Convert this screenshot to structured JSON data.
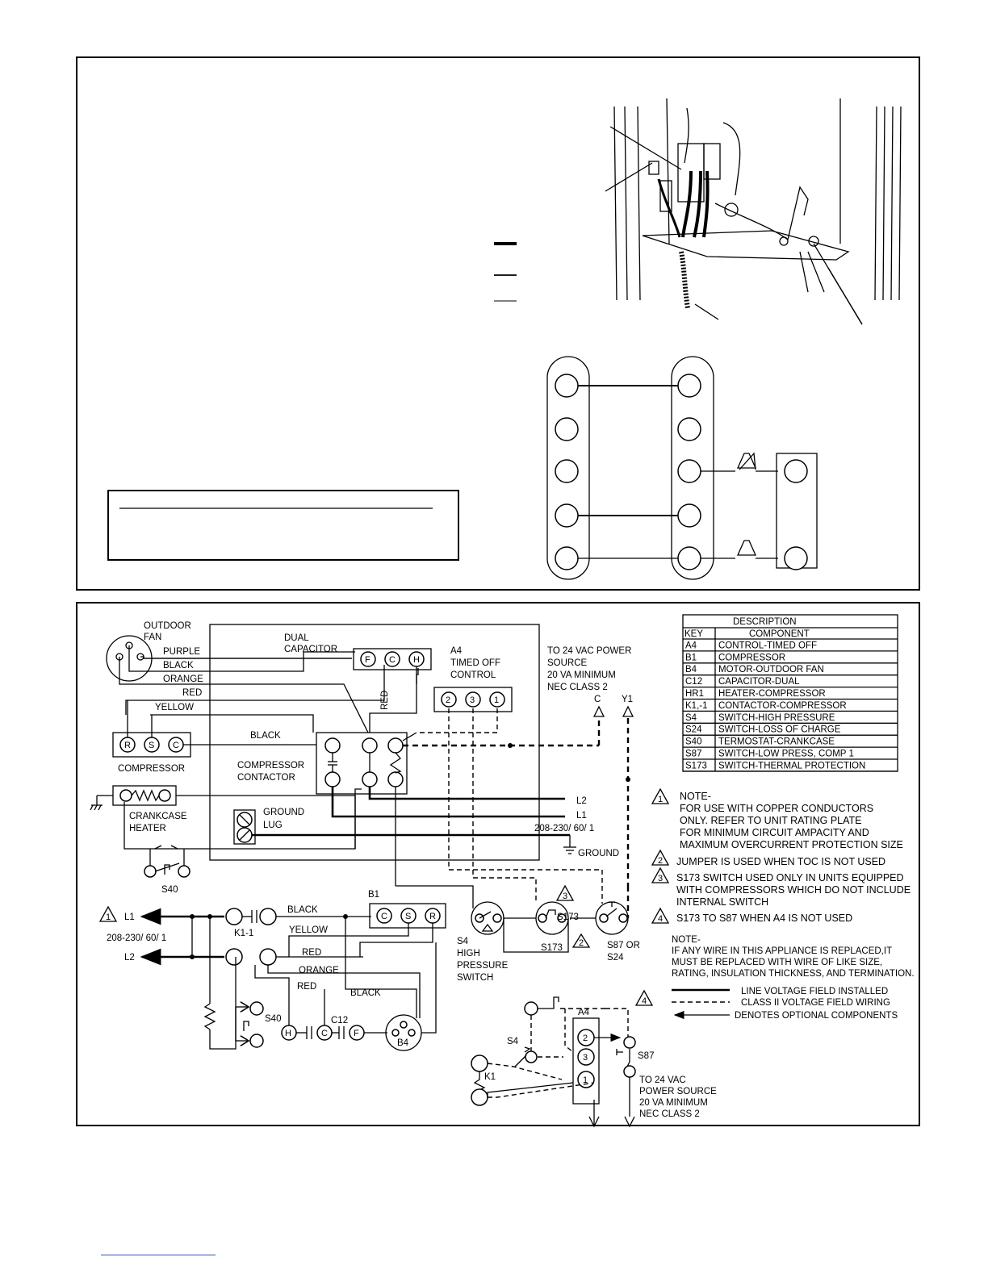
{
  "top_panel": {
    "legend_lines": [
      "",
      "",
      ""
    ],
    "note_box_text": ""
  },
  "schematic": {
    "outdoor_fan": "OUTDOOR FAN",
    "outdoor_fan_l1": "OUTDOOR",
    "outdoor_fan_l2": "FAN",
    "wire_purple": "PURPLE",
    "wire_black": "BLACK",
    "wire_orange": "ORANGE",
    "wire_red": "RED",
    "wire_yellow": "YELLOW",
    "dual_capacitor_l1": "DUAL",
    "dual_capacitor_l2": "CAPACITOR",
    "cap_terminals": [
      "F",
      "C",
      "H"
    ],
    "a4_l1": "A4",
    "a4_l2": "TIMED OFF",
    "a4_l3": "CONTROL",
    "a4_terminals": [
      "2",
      "3",
      "1"
    ],
    "power_l1": "TO 24 VAC POWER",
    "power_l2": "SOURCE",
    "power_l3": "20 VA MINIMUM",
    "power_l4": "NEC CLASS 2",
    "power_c": "C",
    "power_y1": "Y1",
    "red_vertical": "RED",
    "black_to_contactor": "BLACK",
    "compressor_terminals": [
      "R",
      "S",
      "C"
    ],
    "compressor": "COMPRESSOR",
    "contactor_l1": "COMPRESSOR",
    "contactor_l2": "CONTACTOR",
    "crankcase_l1": "CRANKCASE",
    "crankcase_l2": "HEATER",
    "ground_lug_l1": "GROUND",
    "ground_lug_l2": "LUG",
    "l2": "L2",
    "l1": "L1",
    "supply": "208-230/ 60/ 1",
    "ground": "GROUND",
    "s40": "S40",
    "s4_l1": "S4",
    "s4_l2": "HIGH",
    "s4_l3": "PRESSURE",
    "s4_l4": "SWITCH",
    "s173": "S173",
    "s87_l1": "S87 OR",
    "s87_l2": "S24"
  },
  "ladder": {
    "l1": "L1",
    "l2": "L2",
    "supply": "208-230/ 60/ 1",
    "k1_1": "K1-1",
    "b1": "B1",
    "b1_terminals": [
      "C",
      "S",
      "R"
    ],
    "black": "BLACK",
    "yellow": "YELLOW",
    "red1": "RED",
    "orange": "ORANGE",
    "red2": "RED",
    "black2": "BLACK",
    "s40": "S40",
    "c12": "C12",
    "cap_terms": [
      "H",
      "C",
      "F"
    ],
    "b4": "B4"
  },
  "control": {
    "s173": "S173",
    "a4": "A4",
    "a4_terms": [
      "2",
      "3",
      "1"
    ],
    "s4": "S4",
    "s87": "S87",
    "k1": "K1",
    "power_l1": "TO 24 VAC",
    "power_l2": "POWER SOURCE",
    "power_l3": "20 VA MINIMUM",
    "power_l4": "NEC CLASS 2"
  },
  "table": {
    "title": "DESCRIPTION",
    "col_key": "KEY",
    "col_component": "COMPONENT",
    "rows": [
      {
        "key": "A4",
        "component": "CONTROL-TIMED OFF"
      },
      {
        "key": "B1",
        "component": "COMPRESSOR"
      },
      {
        "key": "B4",
        "component": "MOTOR-OUTDOOR FAN"
      },
      {
        "key": "C12",
        "component": "CAPACITOR-DUAL"
      },
      {
        "key": "HR1",
        "component": "HEATER-COMPRESSOR"
      },
      {
        "key": "K1,-1",
        "component": "CONTACTOR-COMPRESSOR"
      },
      {
        "key": "S4",
        "component": "SWITCH-HIGH PRESSURE"
      },
      {
        "key": "S24",
        "component": "SWITCH-LOSS OF CHARGE"
      },
      {
        "key": "S40",
        "component": "TERMOSTAT-CRANKCASE"
      },
      {
        "key": "S87",
        "component": "SWITCH-LOW PRESS, COMP 1"
      },
      {
        "key": "S173",
        "component": "SWITCH-THERMAL PROTECTION"
      }
    ]
  },
  "notes": {
    "n1_num": "1",
    "n1_l1": "NOTE-",
    "n1_l2": "FOR USE WITH COPPER CONDUCTORS",
    "n1_l3": "ONLY. REFER TO UNIT RATING PLATE",
    "n1_l4": "FOR MINIMUM CIRCUIT AMPACITY AND",
    "n1_l5": "MAXIMUM OVERCURRENT PROTECTION SIZE",
    "n2_num": "2",
    "n2_l1": "JUMPER IS USED WHEN TOC IS NOT USED",
    "n3_num": "3",
    "n3_l1": "S173 SWITCH USED ONLY IN UNITS EQUIPPED",
    "n3_l2": "WITH COMPRESSORS WHICH DO NOT INCLUDE",
    "n3_l3": "INTERNAL SWITCH",
    "n4_num": "4",
    "n4_l1": "S173 TO S87 WHEN A4 IS NOT USED",
    "note_l1": "NOTE-",
    "note_l2": "IF ANY WIRE IN THIS APPLIANCE IS REPLACED,IT",
    "note_l3": "MUST BE REPLACED WITH WIRE OF LIKE SIZE,",
    "note_l4": "RATING, INSULATION THICKNESS, AND TERMINATION.",
    "legend_line": "LINE VOLTAGE FIELD INSTALLED",
    "legend_class2": "CLASS II VOLTAGE FIELD WIRING",
    "legend_optional": "DENOTES OPTIONAL COMPONENTS"
  }
}
